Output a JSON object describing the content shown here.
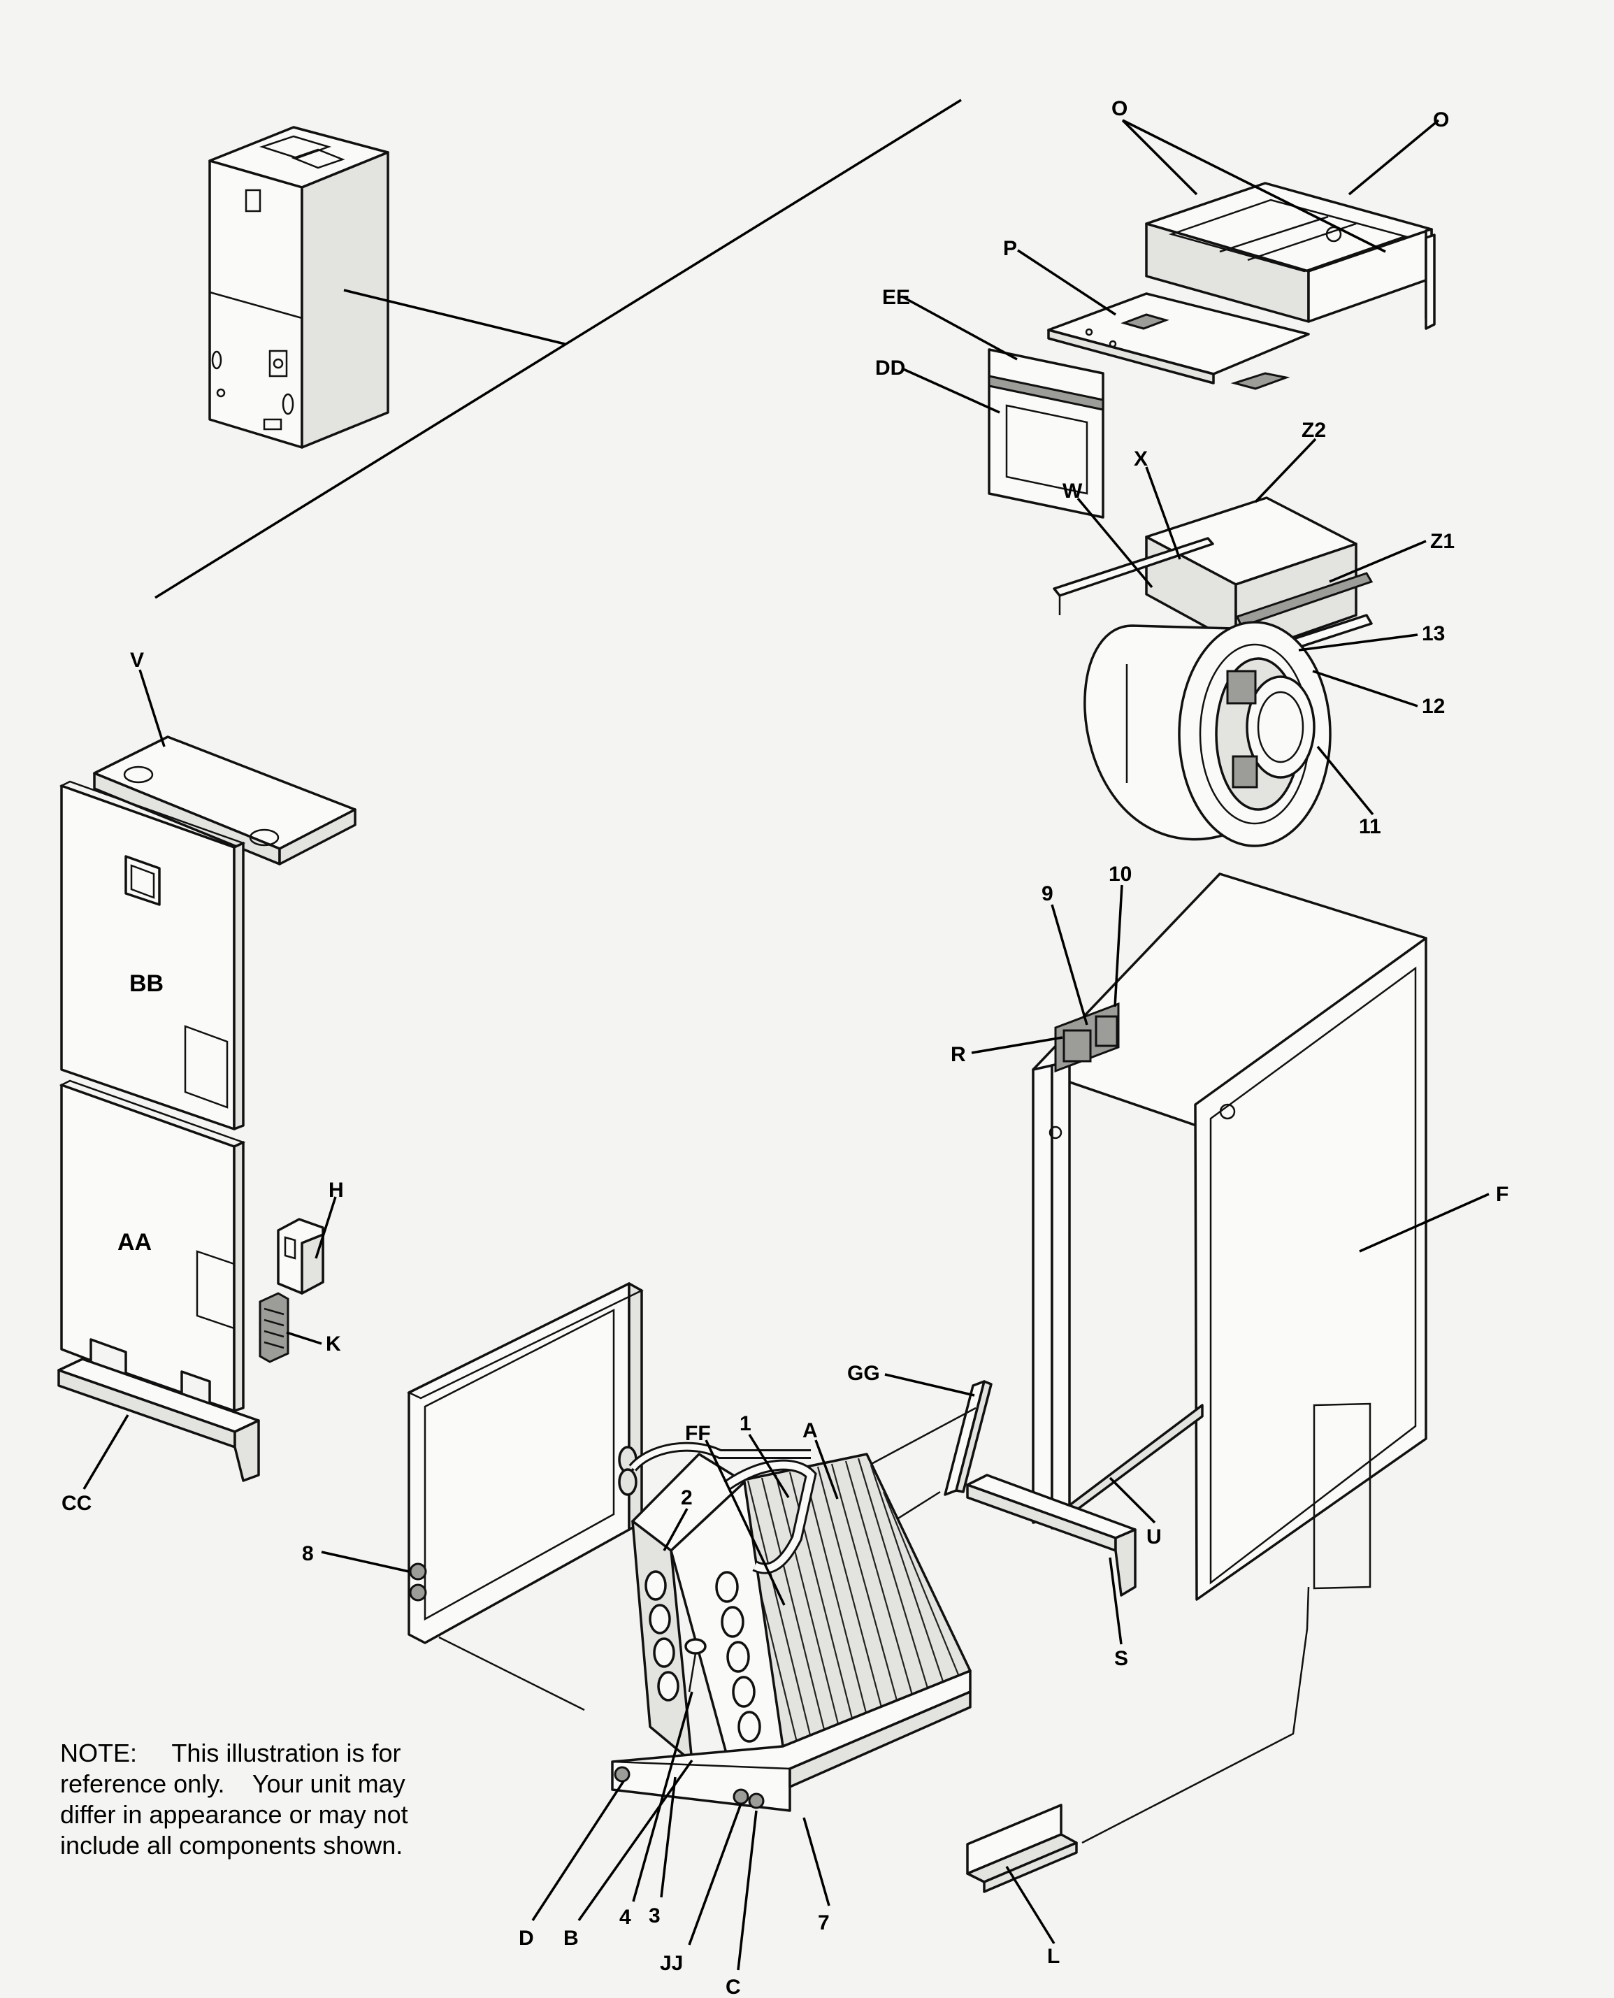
{
  "labels": {
    "O_left": "O",
    "O_right": "O",
    "P": "P",
    "EE": "EE",
    "DD": "DD",
    "Z2": "Z2",
    "Z1": "Z1",
    "X": "X",
    "W": "W",
    "n13": "13",
    "n12": "12",
    "n11": "11",
    "V": "V",
    "BB": "BB",
    "AA": "AA",
    "H": "H",
    "K": "K",
    "CC": "CC",
    "n10": "10",
    "n9": "9",
    "R": "R",
    "F": "F",
    "U": "U",
    "S": "S",
    "GG": "GG",
    "FF": "FF",
    "n1": "1",
    "A": "A",
    "n2": "2",
    "n8": "8",
    "D": "D",
    "B": "B",
    "n4": "4",
    "n3": "3",
    "JJ": "JJ",
    "C": "C",
    "n7": "7",
    "L": "L"
  },
  "note": {
    "line1": "NOTE:     This illustration is for",
    "line2": "reference only.    Your unit may",
    "line3": "differ in appearance or may not",
    "line4": "include all components shown."
  }
}
